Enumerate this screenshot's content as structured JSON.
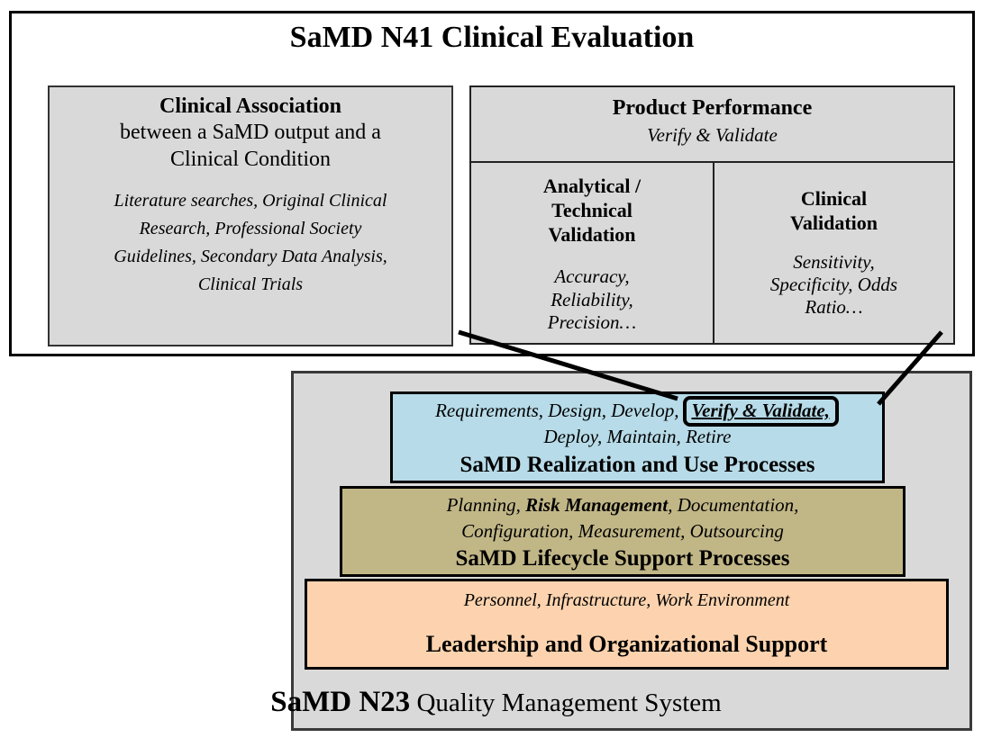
{
  "n41": {
    "title": "SaMD N41 Clinical Evaluation",
    "clinical_association": {
      "title": "Clinical Association",
      "subtitle": "between a SaMD output and a\nClinical Condition",
      "methods": "Literature searches, Original Clinical\nResearch, Professional Society\nGuidelines, Secondary Data Analysis,\nClinical Trials"
    },
    "product_performance": {
      "title": "Product Performance",
      "subtitle": "Verify & Validate",
      "analytical": {
        "title": "Analytical /\nTechnical\nValidation",
        "items": "Accuracy,\nReliability,\nPrecision…"
      },
      "clinical": {
        "title": "Clinical\nValidation",
        "items": "Sensitivity,\nSpecificity, Odds\nRatio…"
      }
    }
  },
  "n23": {
    "caption_bold": "SaMD N23",
    "caption_rest": " Quality Management System",
    "realization": {
      "items_prefix": "Requirements, Design, Develop,",
      "items_highlight": "Verify & Validate,",
      "items_line2": "Deploy, Maintain, Retire",
      "title": "SaMD Realization and Use Processes"
    },
    "lifecycle": {
      "items_prefix": "Planning, ",
      "items_bold": "Risk Management",
      "items_suffix": ", Documentation,",
      "items_line2": "Configuration, Measurement, Outsourcing",
      "title": "SaMD Lifecycle Support Processes"
    },
    "leadership": {
      "items": "Personnel, Infrastructure, Work Environment",
      "title": "Leadership and Organizational Support"
    }
  },
  "colors": {
    "panel_gray": "#d9d9d9",
    "realization_blue": "#b7dbe8",
    "lifecycle_olive": "#c1b686",
    "leadership_orange": "#fcd3ae"
  }
}
